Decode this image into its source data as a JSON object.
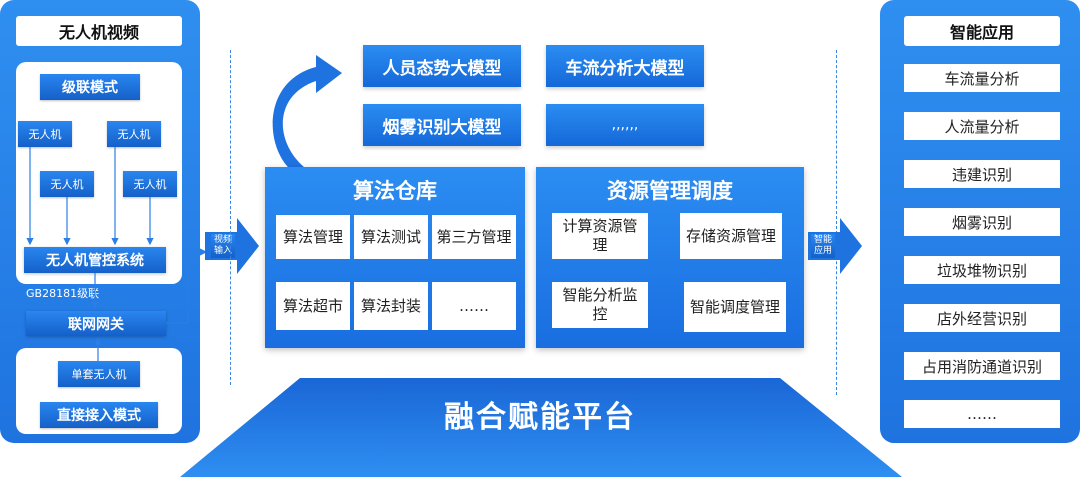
{
  "left": {
    "title": "无人机视频",
    "cascade_label": "级联模式",
    "drones": [
      "无人机",
      "无人机",
      "无人机",
      "无人机"
    ],
    "control_system": "无人机管控系统",
    "gb_label": "GB28181级联",
    "gateway": "联网网关",
    "single_drone": "单套无人机",
    "direct_label": "直接接入模式"
  },
  "arrows": {
    "video_input": "视频输入",
    "smart_app": "智能应用"
  },
  "models": [
    "人员态势大模型",
    "车流分析大模型",
    "烟雾识别大模型",
    ",,,,,,"
  ],
  "algo": {
    "title": "算法仓库",
    "cells": [
      "算法管理",
      "算法测试",
      "第三方管理",
      "算法超市",
      "算法封装",
      "……"
    ]
  },
  "resource": {
    "title": "资源管理调度",
    "cells": [
      "计算资源管理",
      "存储资源管理",
      "智能分析监控",
      "智能调度管理"
    ]
  },
  "platform": "融合赋能平台",
  "right": {
    "title": "智能应用",
    "items": [
      "车流量分析",
      "人流量分析",
      "违建识别",
      "烟雾识别",
      "垃圾堆物识别",
      "店外经营识别",
      "占用消防通道识别",
      "……"
    ]
  },
  "colors": {
    "primary": "#1f73e0",
    "light": "#2f8ff0",
    "dark": "#1460c8"
  }
}
